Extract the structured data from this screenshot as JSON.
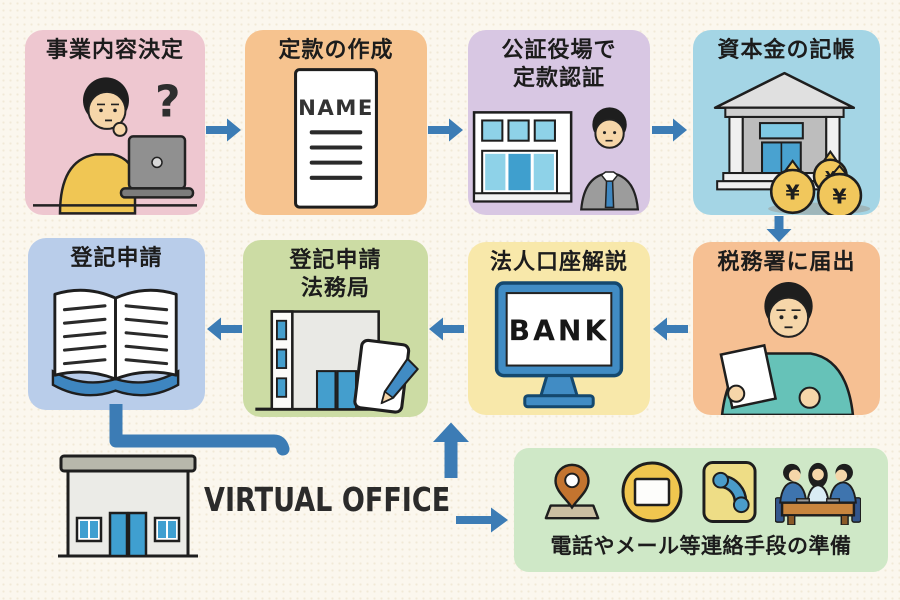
{
  "colors": {
    "background": "#fbf7ee",
    "arrow": "#3c7cb5",
    "title_text": "#1c1c1c"
  },
  "steps": [
    {
      "name": "business-content-decision",
      "lines": [
        "事業内容決定"
      ],
      "bg": "#eec7d0",
      "thought_symbol": "?"
    },
    {
      "name": "articles-of-incorporation",
      "lines": [
        "定款の作成"
      ],
      "bg": "#f6c38f",
      "document_text": "NAME"
    },
    {
      "name": "notary-office-certification",
      "lines": [
        "公証役場で",
        "定款認証"
      ],
      "bg": "#d8c7e3"
    },
    {
      "name": "capital-deposit-recording",
      "lines": [
        "資本金の記帳"
      ],
      "bg": "#a4d5e5",
      "money_symbol": "¥"
    },
    {
      "name": "tax-office-notification",
      "lines": [
        "税務署に届出"
      ],
      "bg": "#f6c093"
    },
    {
      "name": "corporate-bank-account",
      "lines": [
        "法人口座解説"
      ],
      "bg": "#f8e8aa",
      "monitor_text": "BANK"
    },
    {
      "name": "registration-legal-affairs-bureau",
      "lines": [
        "登記申請",
        "法務局"
      ],
      "bg": "#ccdca4"
    },
    {
      "name": "registration-application",
      "lines": [
        "登記申請"
      ],
      "bg": "#b9cdea"
    }
  ],
  "virtual_office": {
    "title": "VIRTUAL OFFICE"
  },
  "contact_box": {
    "bg": "#cfe8c7",
    "caption": "電話やメール等連絡手段の準備",
    "icons": [
      "location-pin",
      "mail-card",
      "phone",
      "meeting"
    ]
  }
}
